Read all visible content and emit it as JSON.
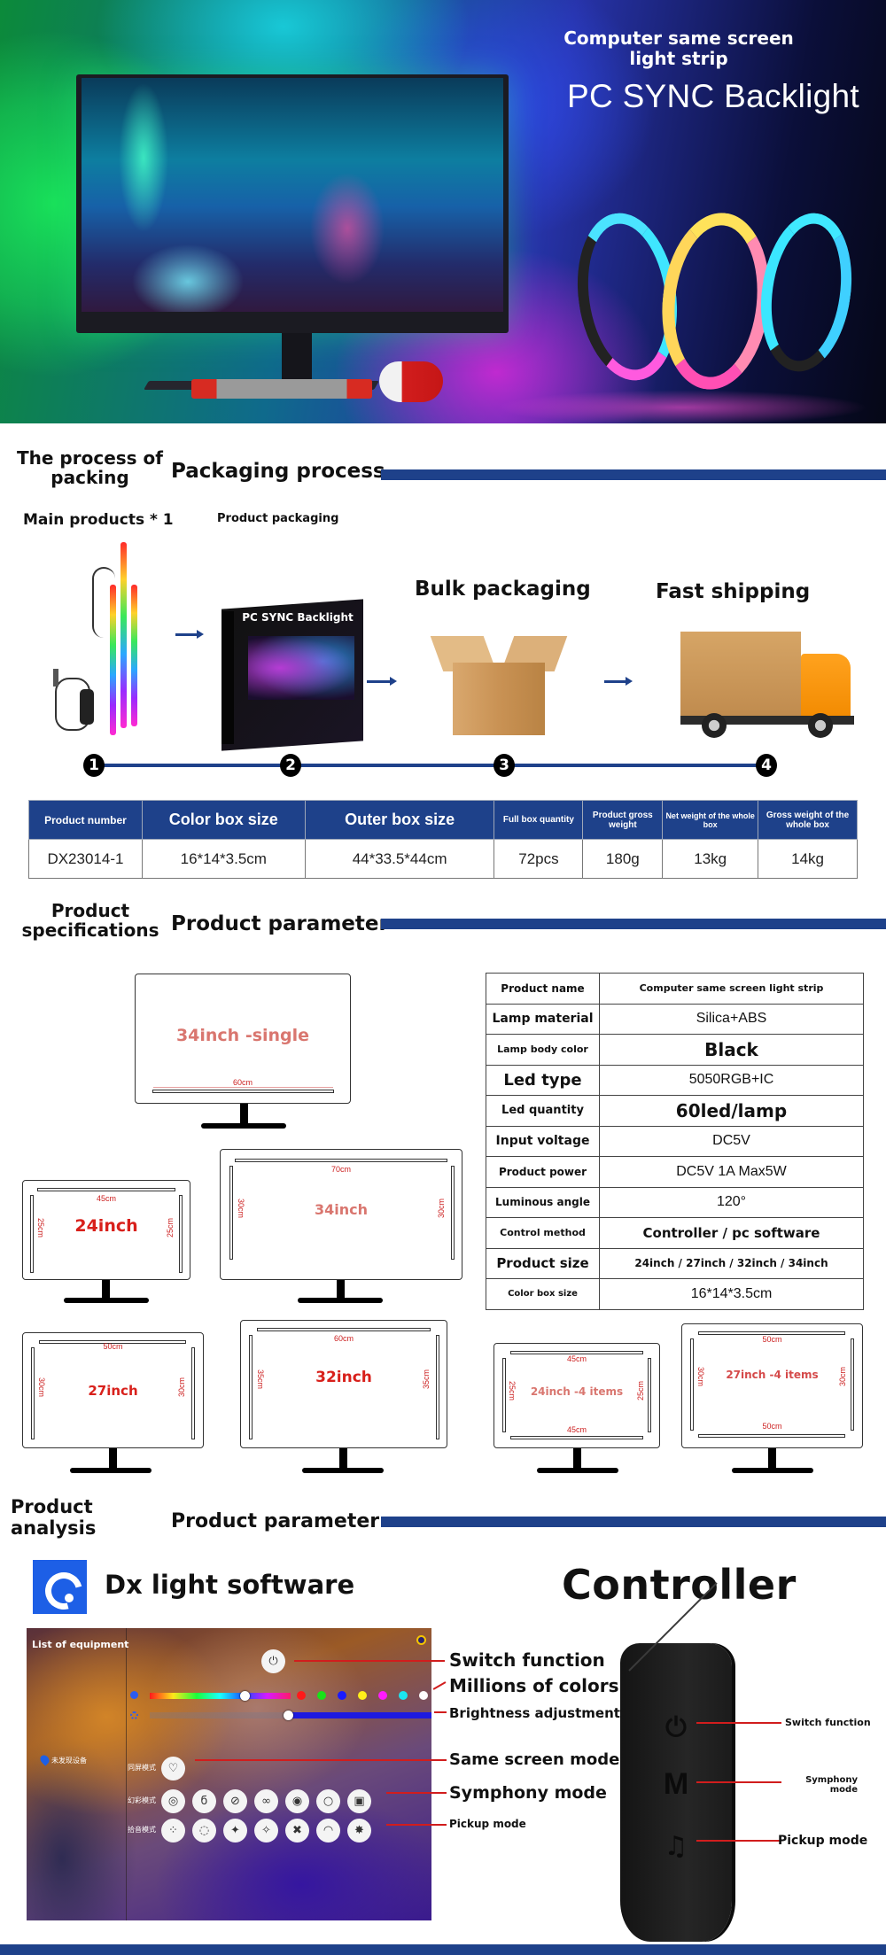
{
  "hero": {
    "subtitle": "Computer same screen light strip",
    "title": "PC SYNC Backlight"
  },
  "packing_section": {
    "left_heading": "The process of packing",
    "heading": "Packaging process",
    "steps": [
      {
        "number": "1",
        "label": "Main products * 1"
      },
      {
        "number": "2",
        "label": "Product packaging",
        "box_title": "PC SYNC Backlight"
      },
      {
        "number": "3",
        "label": "Bulk packaging"
      },
      {
        "number": "4",
        "label": "Fast shipping"
      }
    ],
    "table": {
      "headers": [
        "Product number",
        "Color box size",
        "Outer box size",
        "Full box quantity",
        "Product gross weight",
        "Net weight of the whole box",
        "Gross weight of the whole box"
      ],
      "row": [
        "DX23014-1",
        "16*14*3.5cm",
        "44*33.5*44cm",
        "72pcs",
        "180g",
        "13kg",
        "14kg"
      ]
    }
  },
  "spec_section": {
    "left_heading": "Product specifications",
    "heading": "Product parameter",
    "monitors": [
      {
        "label": "34inch -single",
        "top": "60cm"
      },
      {
        "label": "24inch",
        "top": "45cm",
        "left": "25cm",
        "right": "25cm"
      },
      {
        "label": "34inch",
        "top": "70cm",
        "left": "30cm",
        "right": "30cm"
      },
      {
        "label": "27inch",
        "top": "50cm",
        "left": "30cm",
        "right": "30cm"
      },
      {
        "label": "32inch",
        "top": "60cm",
        "left": "35cm",
        "right": "35cm"
      },
      {
        "label": "24inch -4 items",
        "top": "45cm",
        "bottom": "45cm",
        "left": "25cm",
        "right": "25cm"
      },
      {
        "label": "27inch -4 items",
        "top": "50cm",
        "bottom": "50cm",
        "left": "30cm",
        "right": "30cm"
      }
    ],
    "specs": [
      {
        "key": "Product name",
        "value": "Computer same screen light strip"
      },
      {
        "key": "Lamp material",
        "value": "Silica+ABS"
      },
      {
        "key": "Lamp body color",
        "value": "Black"
      },
      {
        "key": "Led type",
        "value": "5050RGB+IC"
      },
      {
        "key": "Led quantity",
        "value": "60led/lamp"
      },
      {
        "key": "Input voltage",
        "value": "DC5V"
      },
      {
        "key": "Product power",
        "value": "DC5V 1A Max5W"
      },
      {
        "key": "Luminous angle",
        "value": "120°"
      },
      {
        "key": "Control method",
        "value": "Controller / pc software"
      },
      {
        "key": "Product size",
        "value": "24inch / 27inch / 32inch / 34inch"
      },
      {
        "key": "Color box size",
        "value": "16*14*3.5cm"
      }
    ]
  },
  "analysis_section": {
    "left_heading": "Product analysis",
    "heading": "Product parameter",
    "software": {
      "title": "Dx light software",
      "list_title": "List of equipment",
      "device_status": "未发现设备",
      "same_screen_label": "同屏模式",
      "symphony_label": "幻彩模式",
      "pickup_label": "拾音模式",
      "hue_position": 0.67,
      "brightness_level": 0.49,
      "swatches": [
        "#ff1a1a",
        "#19e019",
        "#1a1aff",
        "#ffee1a",
        "#ff1aff",
        "#1ae6f0",
        "#ffffff"
      ],
      "callouts": [
        "Switch function",
        "Millions of colors",
        "Brightness adjustment",
        "Same screen mode",
        "Symphony mode",
        "Pickup mode"
      ]
    },
    "controller": {
      "title": "Controller",
      "button_m": "M",
      "callouts": [
        "Switch function",
        "Symphony mode",
        "Pickup mode"
      ]
    }
  },
  "colors": {
    "brand_blue": "#1e418a",
    "callout_red": "#d11d1d"
  }
}
